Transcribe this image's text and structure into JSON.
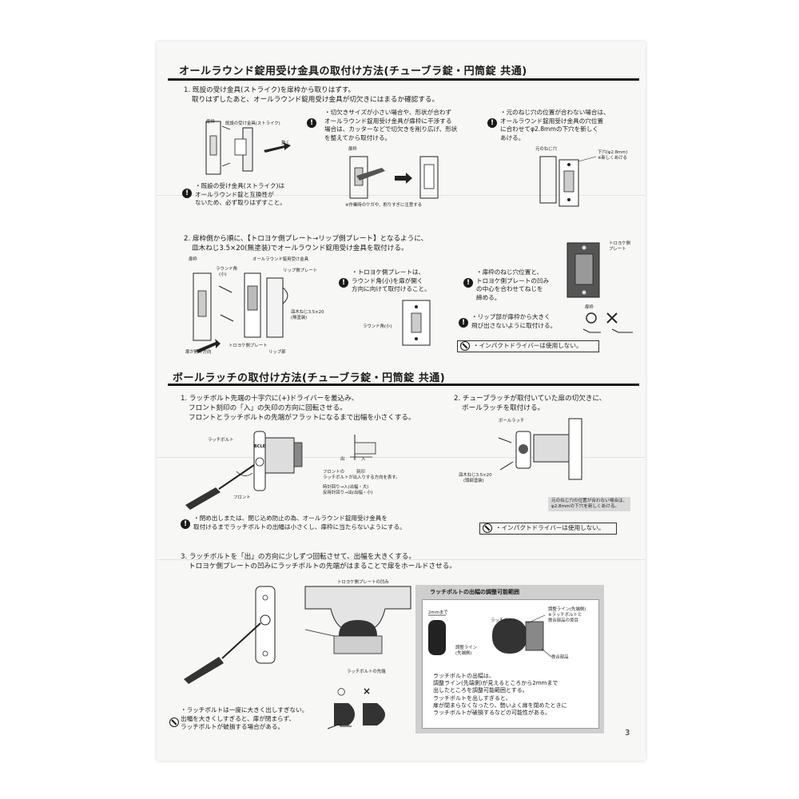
{
  "section1": {
    "title": "オールラウンド錠用受け金具の取付け方法(チューブラ錠・円筒錠 共通)",
    "step1": {
      "line1": "1. 既設の受け金具(ストライク)を扉枠から取りはずす。",
      "line2": "取りはずしたあと、オールラウンド錠用受け金具が切欠きにはまるか確認する。",
      "labels": {
        "frame": "扉枠",
        "strike": "既設の受け金具(ストライク)",
        "remove": "抜く"
      },
      "warning1": [
        "・既設の受け金具(ストライク)は",
        "オールラウンド錠と互換性が",
        "ないため、必ず取りはずすこと。"
      ],
      "warning2": [
        "・切欠きサイズが小さい場合や、形状が合わず",
        "オールラウンド錠用受け金具が扉枠に干渉する",
        "場合は、カッターなどで切欠きを削り広げ、形状",
        "を整えてから取付ける。"
      ],
      "frame_label2": "扉枠",
      "injury_note": "※作業時のケガや、削りすぎに注意する",
      "warning3": [
        "・元のねじ穴の位置が合わない場合は、",
        "オールラウンド錠用受け金具の穴位置",
        "に合わせてφ2.8mmの下穴を新しく",
        "あける。"
      ],
      "hole_labels": {
        "old": "元のねじ穴",
        "new1": "下穴(φ2.8mm)",
        "new2": "※新しくあける"
      }
    },
    "step2": {
      "line1": "2. 扉枠側から順に、【トロヨケ側プレート→リップ側プレート】となるように、",
      "line2": "皿木ねじ3.5×20(無塗装)でオールラウンド錠用受け金具を取付ける。",
      "labels": {
        "frame": "扉枠",
        "strike": "オールラウンド錠用受け金具",
        "round_small1": "ラウンド角",
        "round_small2": "(小)",
        "lip_plate": "リップ側プレート",
        "screw1": "皿木ねじ3.5×20",
        "screw2": "(無塗装)",
        "toroyoke": "トロヨケ側プレート",
        "lip": "リップ部",
        "open_dir": "扉が開く方向"
      },
      "note_round": [
        "・トロヨケ側プレートは、",
        "ラウンド角(小)を扉が開く",
        "方向に向けて取付けること。"
      ],
      "round_label": "ラウンド角(小)",
      "toroyoke_plate_label1": "トロヨケ側",
      "toroyoke_plate_label2": "プレート",
      "warning_hole": [
        "・扉枠のねじ穴位置と、",
        "トロヨケ側プレートの凹み",
        "の中心を合わせてねじを",
        "締める。"
      ],
      "warning_lip": [
        "・リップ部が扉枠から大きく",
        "飛び出さないように取付ける。"
      ],
      "frame_label": "扉枠",
      "ban": "・インパクトドライバーは使用しない。"
    }
  },
  "section2": {
    "title": "ボールラッチの取付け方法(チューブラ錠・円筒錠 共通)",
    "step1": {
      "line1": "1. ラッチボルト先端の十字穴に(+)ドライバーを差込み、",
      "line2": "フロント刻印の「入」の矢印の方向に回転させる。",
      "line3": "フロントとラッチボルトの先端がフラットになるまで出幅を小さくする。",
      "labels": {
        "latch_bolt": "ラッチボルト",
        "front": "フロント",
        "out": "出",
        "in": "入",
        "brand": "BCLE"
      },
      "dir_note": [
        "フロントの",
        "ラッチボルトが出入りする方向を表す。"
      ],
      "stamp": "刻印",
      "rotation": [
        "時計回り→入(出幅・大)",
        "反時計回り→出(出幅・小)"
      ],
      "warning": [
        "・閉め出しまたは、閉じ込め防止の為、オールラウンド錠用受け金具を",
        "取付けるまでラッチボルトの出幅は小さくし、扉枠に当たらないようにする。"
      ]
    },
    "step2": {
      "line1": "2. チューブラッチが取付いていた扉の切欠きに、",
      "line2": "ボールラッチを取付ける。",
      "labels": {
        "ball_latch": "ボールラッチ",
        "screw1": "皿木ねじ3.5×20",
        "screw2": "(頭部塗装)"
      },
      "hole_note": [
        "元のねじ穴の位置が合わない場合は、",
        "φ2.8mmの下穴を新しくあける。"
      ],
      "ban": "・インパクトドライバーは使用しない。"
    },
    "step3": {
      "line1": "3. ラッチボルトを「出」の方向に少しずつ回転させて、出幅を大きくする。",
      "line2": "トロヨケ側プレートの凹みにラッチボルトの先端がはまることで扉をホールドさせる。",
      "labels": {
        "recess": "トロヨケ側プレートの凹み",
        "tip": "ラッチボルトの先端"
      },
      "ban": [
        "・ラッチボルトは一度に大きく出しすぎない。",
        "出幅を大きくしすぎると、扉が閉まらず、",
        "ラッチボルトが破損する場合がある。"
      ],
      "ok": "○",
      "ng": "×"
    },
    "range_panel": {
      "title": "ラッチボルトの出幅の調整可能範囲",
      "up_to": "2mmまで",
      "latch_bolt": "ラッチボルト",
      "adjust_line": [
        "調整ライン(先端側)",
        "※ラッチボルトと",
        "鉄合部品の境目"
      ],
      "adjust_line_left": [
        "調整ライン",
        "(先端側)"
      ],
      "part": "鉄合部品",
      "desc": [
        "ラッチボルトの出幅は、",
        "調整ライン(先端側)が見えるところから2mmまで",
        "出したところを調整可能範囲とする。",
        "ラッチボルトを出しすぎると、",
        "扉が閉まらなくなったり、勢いよく扉を閉めたときに",
        "ラッチボルトが破損するなどの可能性がある。"
      ]
    }
  },
  "page_number": "3",
  "colors": {
    "ink": "#1a1a1a",
    "panel_gray": "#cfcfcf",
    "paper": "#f7f7f5"
  }
}
